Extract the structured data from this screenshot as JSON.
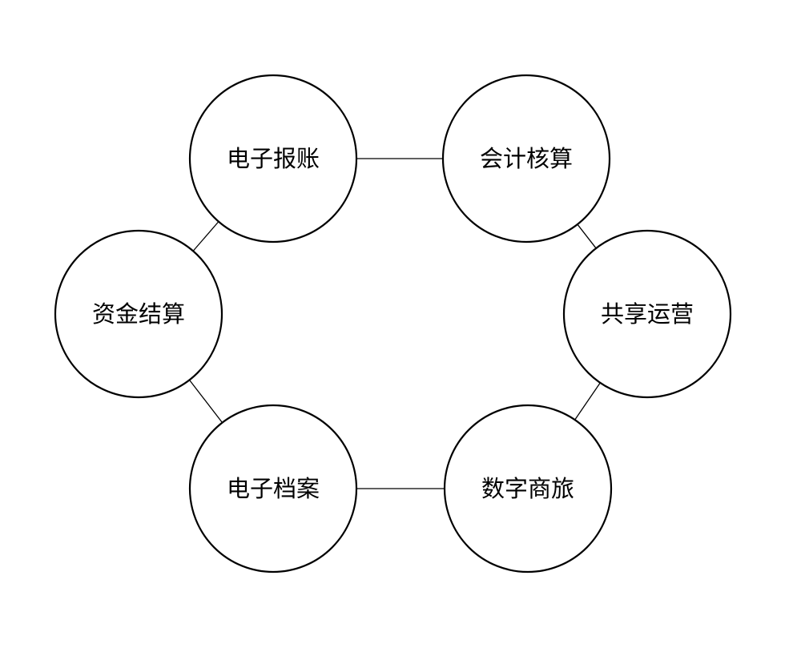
{
  "diagram": {
    "type": "cycle",
    "nodes": [
      {
        "id": "n1",
        "label": "电子报账"
      },
      {
        "id": "n2",
        "label": "会计核算"
      },
      {
        "id": "n3",
        "label": "共享运营"
      },
      {
        "id": "n4",
        "label": "数字商旅"
      },
      {
        "id": "n5",
        "label": "电子档案"
      },
      {
        "id": "n6",
        "label": "资金结算"
      }
    ],
    "edges": [
      {
        "from": "n1",
        "to": "n2"
      },
      {
        "from": "n2",
        "to": "n3"
      },
      {
        "from": "n3",
        "to": "n4"
      },
      {
        "from": "n4",
        "to": "n5"
      },
      {
        "from": "n5",
        "to": "n6"
      },
      {
        "from": "n6",
        "to": "n1"
      }
    ]
  }
}
